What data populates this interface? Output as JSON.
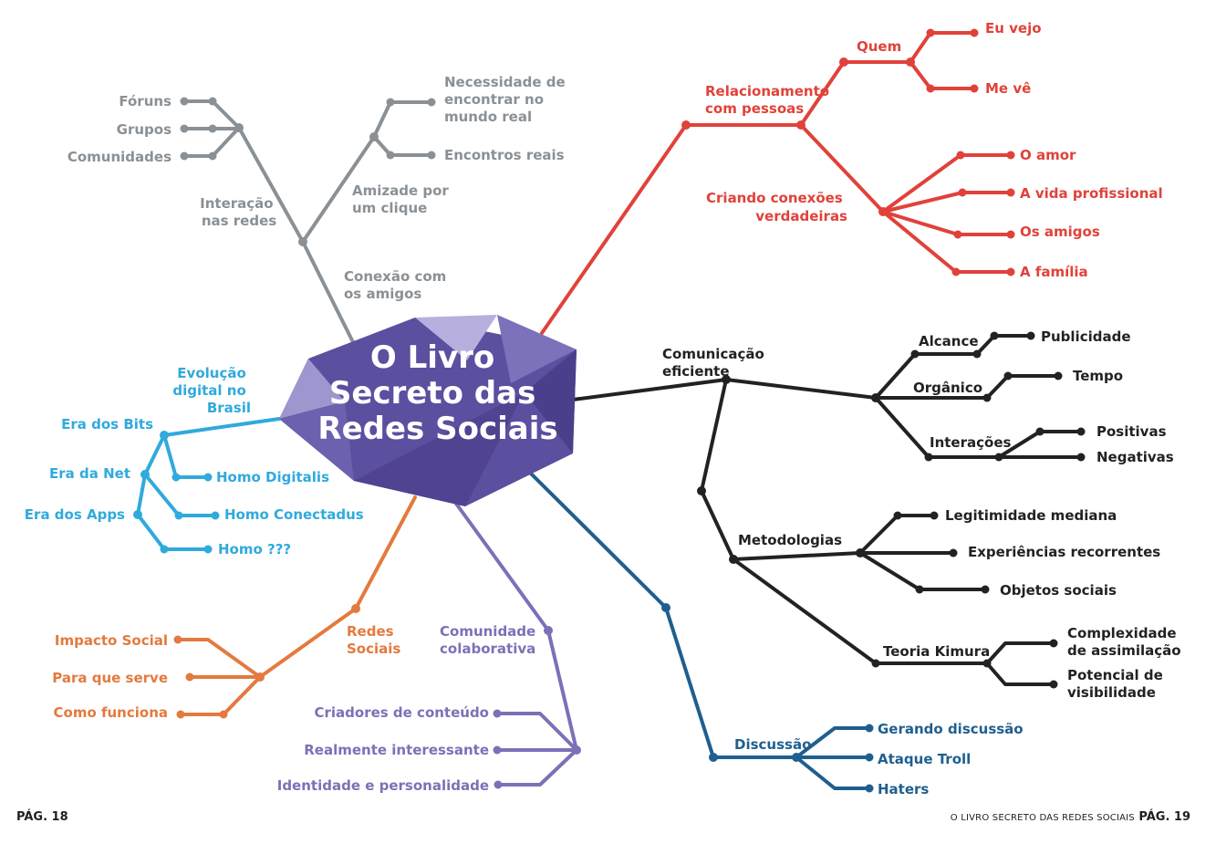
{
  "colors": {
    "gray": "#8a9196",
    "red": "#e0423a",
    "black": "#222222",
    "cyan": "#30aadc",
    "orange": "#e37a3f",
    "purple": "#7d70b7",
    "navy": "#1f5f8f",
    "gem": "#5b4fa0"
  },
  "center": {
    "title_lines": [
      "O Livro",
      "Secreto das",
      "Redes Sociais"
    ]
  },
  "footer": {
    "left_page": "PÁG. 18",
    "right_book": "O LIVRO SECRETO DAS REDES SOCIAIS",
    "right_page": "PÁG. 19"
  },
  "gray": {
    "forums": "Fóruns",
    "groups": "Grupos",
    "communities": "Comunidades",
    "interaction": [
      "Interação",
      "nas redes"
    ],
    "need": [
      "Necessidade de",
      "encontrar no",
      "mundo real"
    ],
    "meetings": "Encontros reais",
    "friendship": [
      "Amizade por",
      "um clique"
    ],
    "connection": [
      "Conexão com",
      "os amigos"
    ]
  },
  "red": {
    "relationship": [
      "Relacionamento",
      "com pessoas"
    ],
    "who": "Quem",
    "i_see": "Eu vejo",
    "sees_me": "Me vê",
    "creating": [
      "Criando conexões",
      "verdadeiras"
    ],
    "love": "O amor",
    "professional": "A vida profissional",
    "friends": "Os amigos",
    "family": "A família"
  },
  "black": {
    "communication": [
      "Comunicação",
      "eficiente"
    ],
    "reach": "Alcance",
    "advertising": "Publicidade",
    "organic": "Orgânico",
    "time": "Tempo",
    "interactions": "Interações",
    "positive": "Positivas",
    "negative": "Negativas",
    "methodologies": "Metodologias",
    "legitimacy": "Legitimidade mediana",
    "experiences": "Experiências recorrentes",
    "objects": "Objetos sociais",
    "kimura": "Teoria Kimura",
    "complexity": [
      "Complexidade",
      "de assimilação"
    ],
    "potential": [
      "Potencial de",
      "visibilidade"
    ]
  },
  "cyan": {
    "evolution": [
      "Evolução",
      "digital no",
      "Brasil"
    ],
    "bits": "Era dos Bits",
    "net": "Era da Net",
    "apps": "Era dos Apps",
    "digitalis": "Homo Digitalis",
    "conectadus": "Homo Conectadus",
    "unknown": "Homo ???"
  },
  "orange": {
    "social_networks": [
      "Redes",
      "Sociais"
    ],
    "impact": "Impacto Social",
    "purpose": "Para que serve",
    "how": "Como funciona"
  },
  "purple": {
    "community": [
      "Comunidade",
      "colaborativa"
    ],
    "creators": "Criadores de conteúdo",
    "interesting": "Realmente interessante",
    "identity": "Identidade e personalidade"
  },
  "navy": {
    "discussion": "Discussão",
    "generating": "Gerando discussão",
    "troll": "Ataque Troll",
    "haters": "Haters"
  }
}
